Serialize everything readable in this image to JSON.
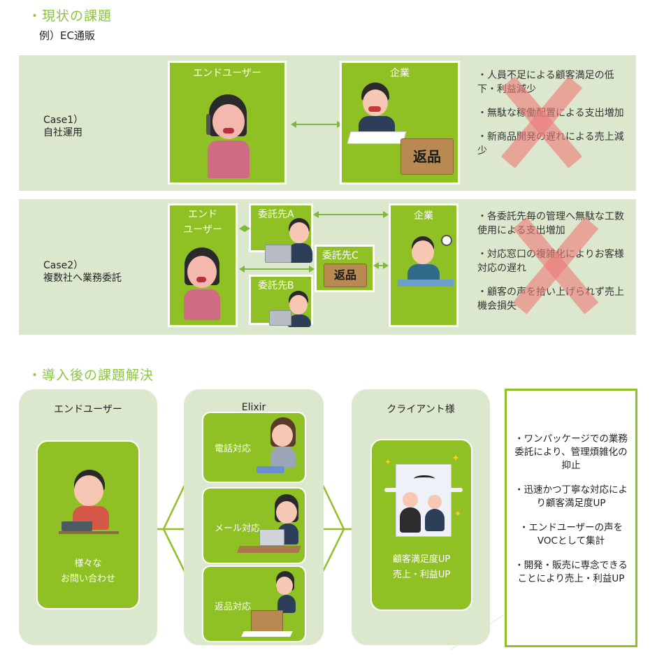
{
  "section1": {
    "title": "・現状の課題",
    "subtitle": "例）EC通販"
  },
  "case1": {
    "label_line1": "Case1）",
    "label_line2": "自社運用",
    "enduser_label": "エンドユーザー",
    "company_label": "企業",
    "parcel_label": "返品",
    "issues": [
      "・人員不足による顧客満足の低下・利益減少",
      "・無駄な稼働配置による支出増加",
      "・新商品開発の遅れによる売上減少"
    ]
  },
  "case2": {
    "label_line1": "Case2）",
    "label_line2": "複数社へ業務委託",
    "enduser_label_line1": "エンド",
    "enduser_label_line2": "ユーザー",
    "vendor_a_label": "委託先A",
    "vendor_b_label": "委託先B",
    "vendor_c_label": "委託先C",
    "company_label": "企業",
    "parcel_label": "返品",
    "issues": [
      "・各委託先毎の管理へ無駄な工数使用による支出増加",
      "・対応窓口の複雑化によりお客様対応の遅れ",
      "・顧客の声を拾い上げられず売上機会損失"
    ]
  },
  "section2": {
    "title": "・導入後の課題解決"
  },
  "solution": {
    "enduser": {
      "title": "エンドユーザー",
      "caption_line1": "様々な",
      "caption_line2": "お問い合わせ"
    },
    "elixir": {
      "title": "Elixir",
      "services": [
        {
          "label": "電話対応"
        },
        {
          "label": "メール対応"
        },
        {
          "label": "返品対応"
        }
      ]
    },
    "client": {
      "title": "クライアント様",
      "caption_line1": "顧客満足度UP",
      "caption_line2": "売上・利益UP"
    },
    "benefits": [
      "・ワンパッケージでの業務委託により、管理煩雑化の抑止",
      "・迅速かつ丁寧な対応により顧客満足度UP",
      "・エンドユーザーの声をVOCとして集計",
      "・開発・販売に専念できることにより売上・利益UP"
    ]
  },
  "colors": {
    "accent_green": "#8fc024",
    "panel_green": "#dce8cd",
    "title_green": "#8cc63f",
    "cross_red": "#ee7878"
  }
}
